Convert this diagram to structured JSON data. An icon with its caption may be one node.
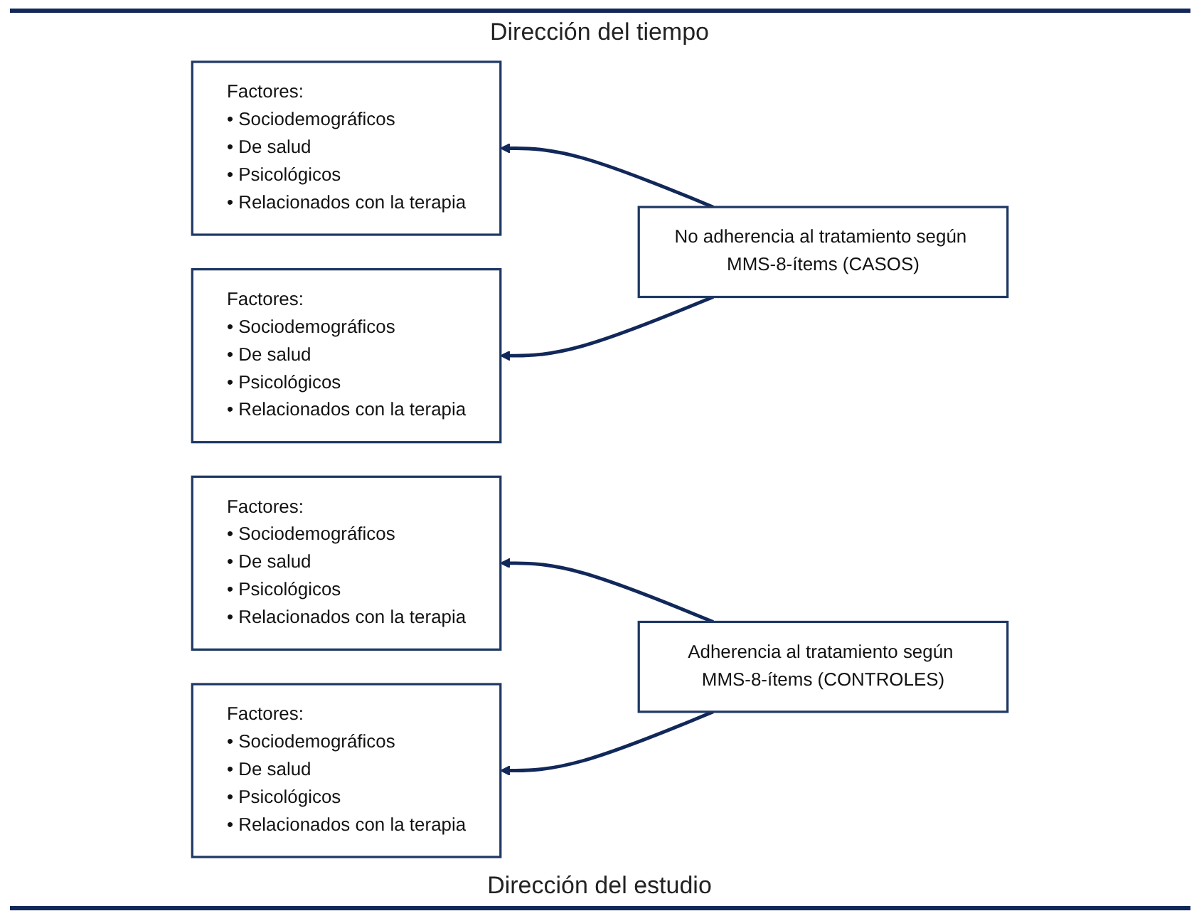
{
  "diagram": {
    "nodes": [
      {
        "text": [
          "Factores:",
          "• Sociodemográficos",
          "• De salud",
          "• Psicológicos",
          "• Relacionados con la terapia"
        ]
      },
      {
        "text": [
          "Factores:",
          "• Sociodemográficos",
          "• De salud",
          "• Psicológicos",
          "• Relacionados con la terapia"
        ]
      },
      {
        "text": [
          "No adherencia al tratamiento según MMS-8-ítems (CASOS)"
        ]
      },
      {
        "text": [
          "Factores:",
          "• Sociodemográficos",
          "• De salud",
          "• Psicológicos",
          "• Relacionados con la terapia"
        ]
      },
      {
        "text": [
          "Factores:",
          "• Sociodemográficos",
          "• De salud",
          "• Psicológicos",
          "• Relacionados con la terapia"
        ]
      },
      {
        "text": [
          "Adherencia al tratamiento según MMS-8-ítems (CONTROLES)"
        ]
      }
    ],
    "edges": [
      {
        "from": 2,
        "to": 0,
        "arrow": "to"
      },
      {
        "from": 2,
        "to": 1,
        "arrow": "to"
      },
      {
        "from": 5,
        "to": 3,
        "arrow": "to"
      },
      {
        "from": 5,
        "to": 4,
        "arrow": "to"
      }
    ],
    "labels": [
      "Dirección del tiempo",
      "Dirección del estudio"
    ]
  }
}
